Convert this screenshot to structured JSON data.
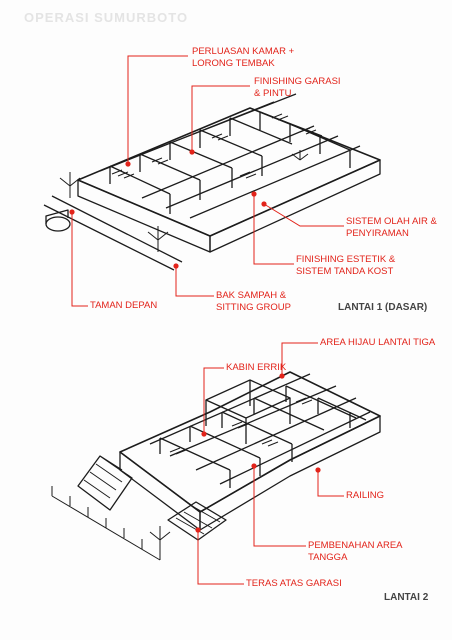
{
  "title": "OPERASI SUMURBOTO",
  "accent_color": "#e2231a",
  "floors": {
    "lantai1": "LANTAI 1 (DASAR)",
    "lantai2": "LANTAI 2"
  },
  "labels": {
    "perluasan_kamar": "PERLUASAN KAMAR +\nLORONG TEMBAK",
    "finishing_garasi": "FINISHING GARASI\n& PINTU",
    "sistem_olah_air": "SISTEM OLAH AIR &\nPENYIRAMAN",
    "finishing_estetik": "FINISHING ESTETIK &\nSISTEM TANDA KOST",
    "bak_sampah": "BAK SAMPAH &\nSITTING GROUP",
    "taman_depan": "TAMAN DEPAN",
    "kabin_errik": "KABIN ERRIK",
    "area_hijau": "AREA HIJAU LANTAI TIGA",
    "railing": "RAILING",
    "pembenahan_area": "PEMBENAHAN AREA\nTANGGA",
    "teras_atas": "TERAS ATAS GARASI"
  }
}
